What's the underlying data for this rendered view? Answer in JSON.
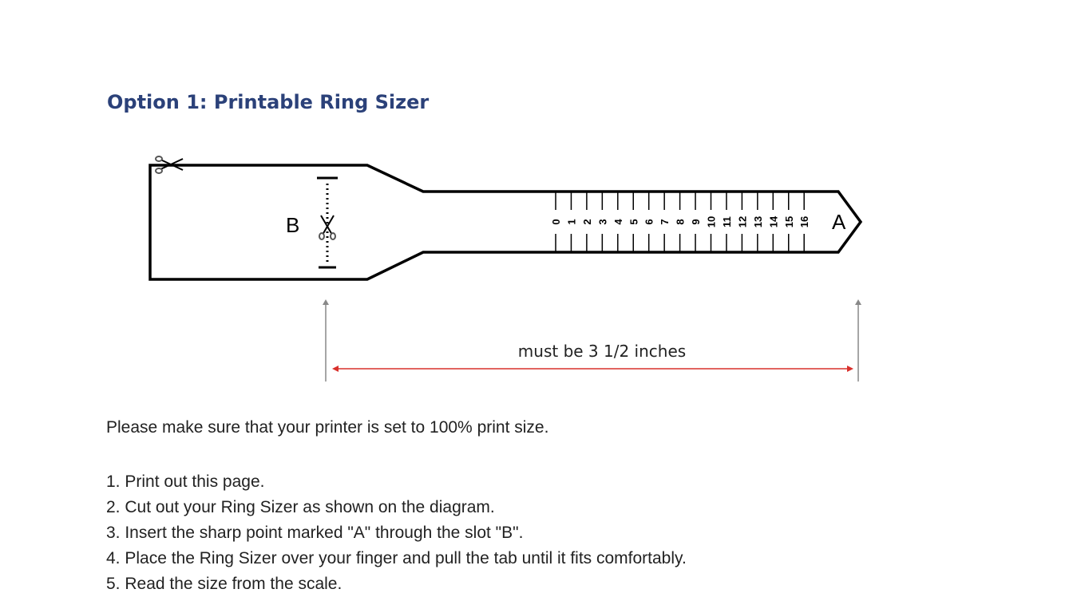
{
  "title": "Option 1: Printable Ring Sizer",
  "diagram": {
    "slot_label": "B",
    "point_label": "A",
    "scale": [
      "0",
      "1",
      "2",
      "3",
      "4",
      "5",
      "6",
      "7",
      "8",
      "9",
      "10",
      "11",
      "12",
      "13",
      "14",
      "15",
      "16"
    ],
    "measure_label": "must be 3 1/2 inches",
    "measure_color": "#d9302c"
  },
  "note": "Please make sure that your printer is set to 100% print size.",
  "steps": [
    "1. Print out this page.",
    "2. Cut out your Ring Sizer as shown on the diagram.",
    "3. Insert the sharp point marked \"A\" through the slot \"B\".",
    "4. Place the Ring Sizer over your finger and pull the tab until it fits comfortably.",
    "5. Read the size from the scale."
  ]
}
